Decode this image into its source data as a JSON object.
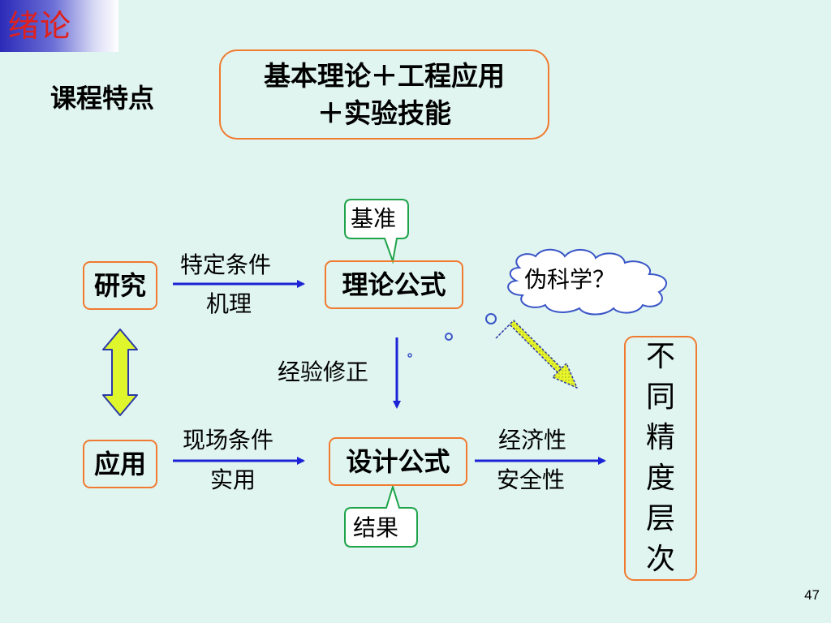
{
  "corner_title": "绪论",
  "course_features_label": "课程特点",
  "summary": {
    "line1": "基本理论＋工程应用",
    "line2": "＋实验技能"
  },
  "nodes": {
    "research": "研究",
    "application": "应用",
    "theory_formula": "理论公式",
    "design_formula": "设计公式"
  },
  "arrow_labels": {
    "research_top": "特定条件",
    "research_bottom": "机理",
    "application_top": "现场条件",
    "application_bottom": "实用",
    "empirical": "经验修正",
    "design_top": "经济性",
    "design_bottom": "安全性"
  },
  "callouts": {
    "benchmark": "基准",
    "result": "结果",
    "pseudoscience": "伪科学？"
  },
  "levels_chars": [
    "不",
    "同",
    "精",
    "度",
    "层",
    "次"
  ],
  "page_number": "47",
  "colors": {
    "background": "#e0f5ef",
    "box_border": "#f07a30",
    "arrow_blue": "#1c23d6",
    "callout_green": "#1ea34a",
    "cloud_blue": "#3a55c8",
    "highlight_arrow": "#e6f52c",
    "corner_text": "#e0201c"
  }
}
